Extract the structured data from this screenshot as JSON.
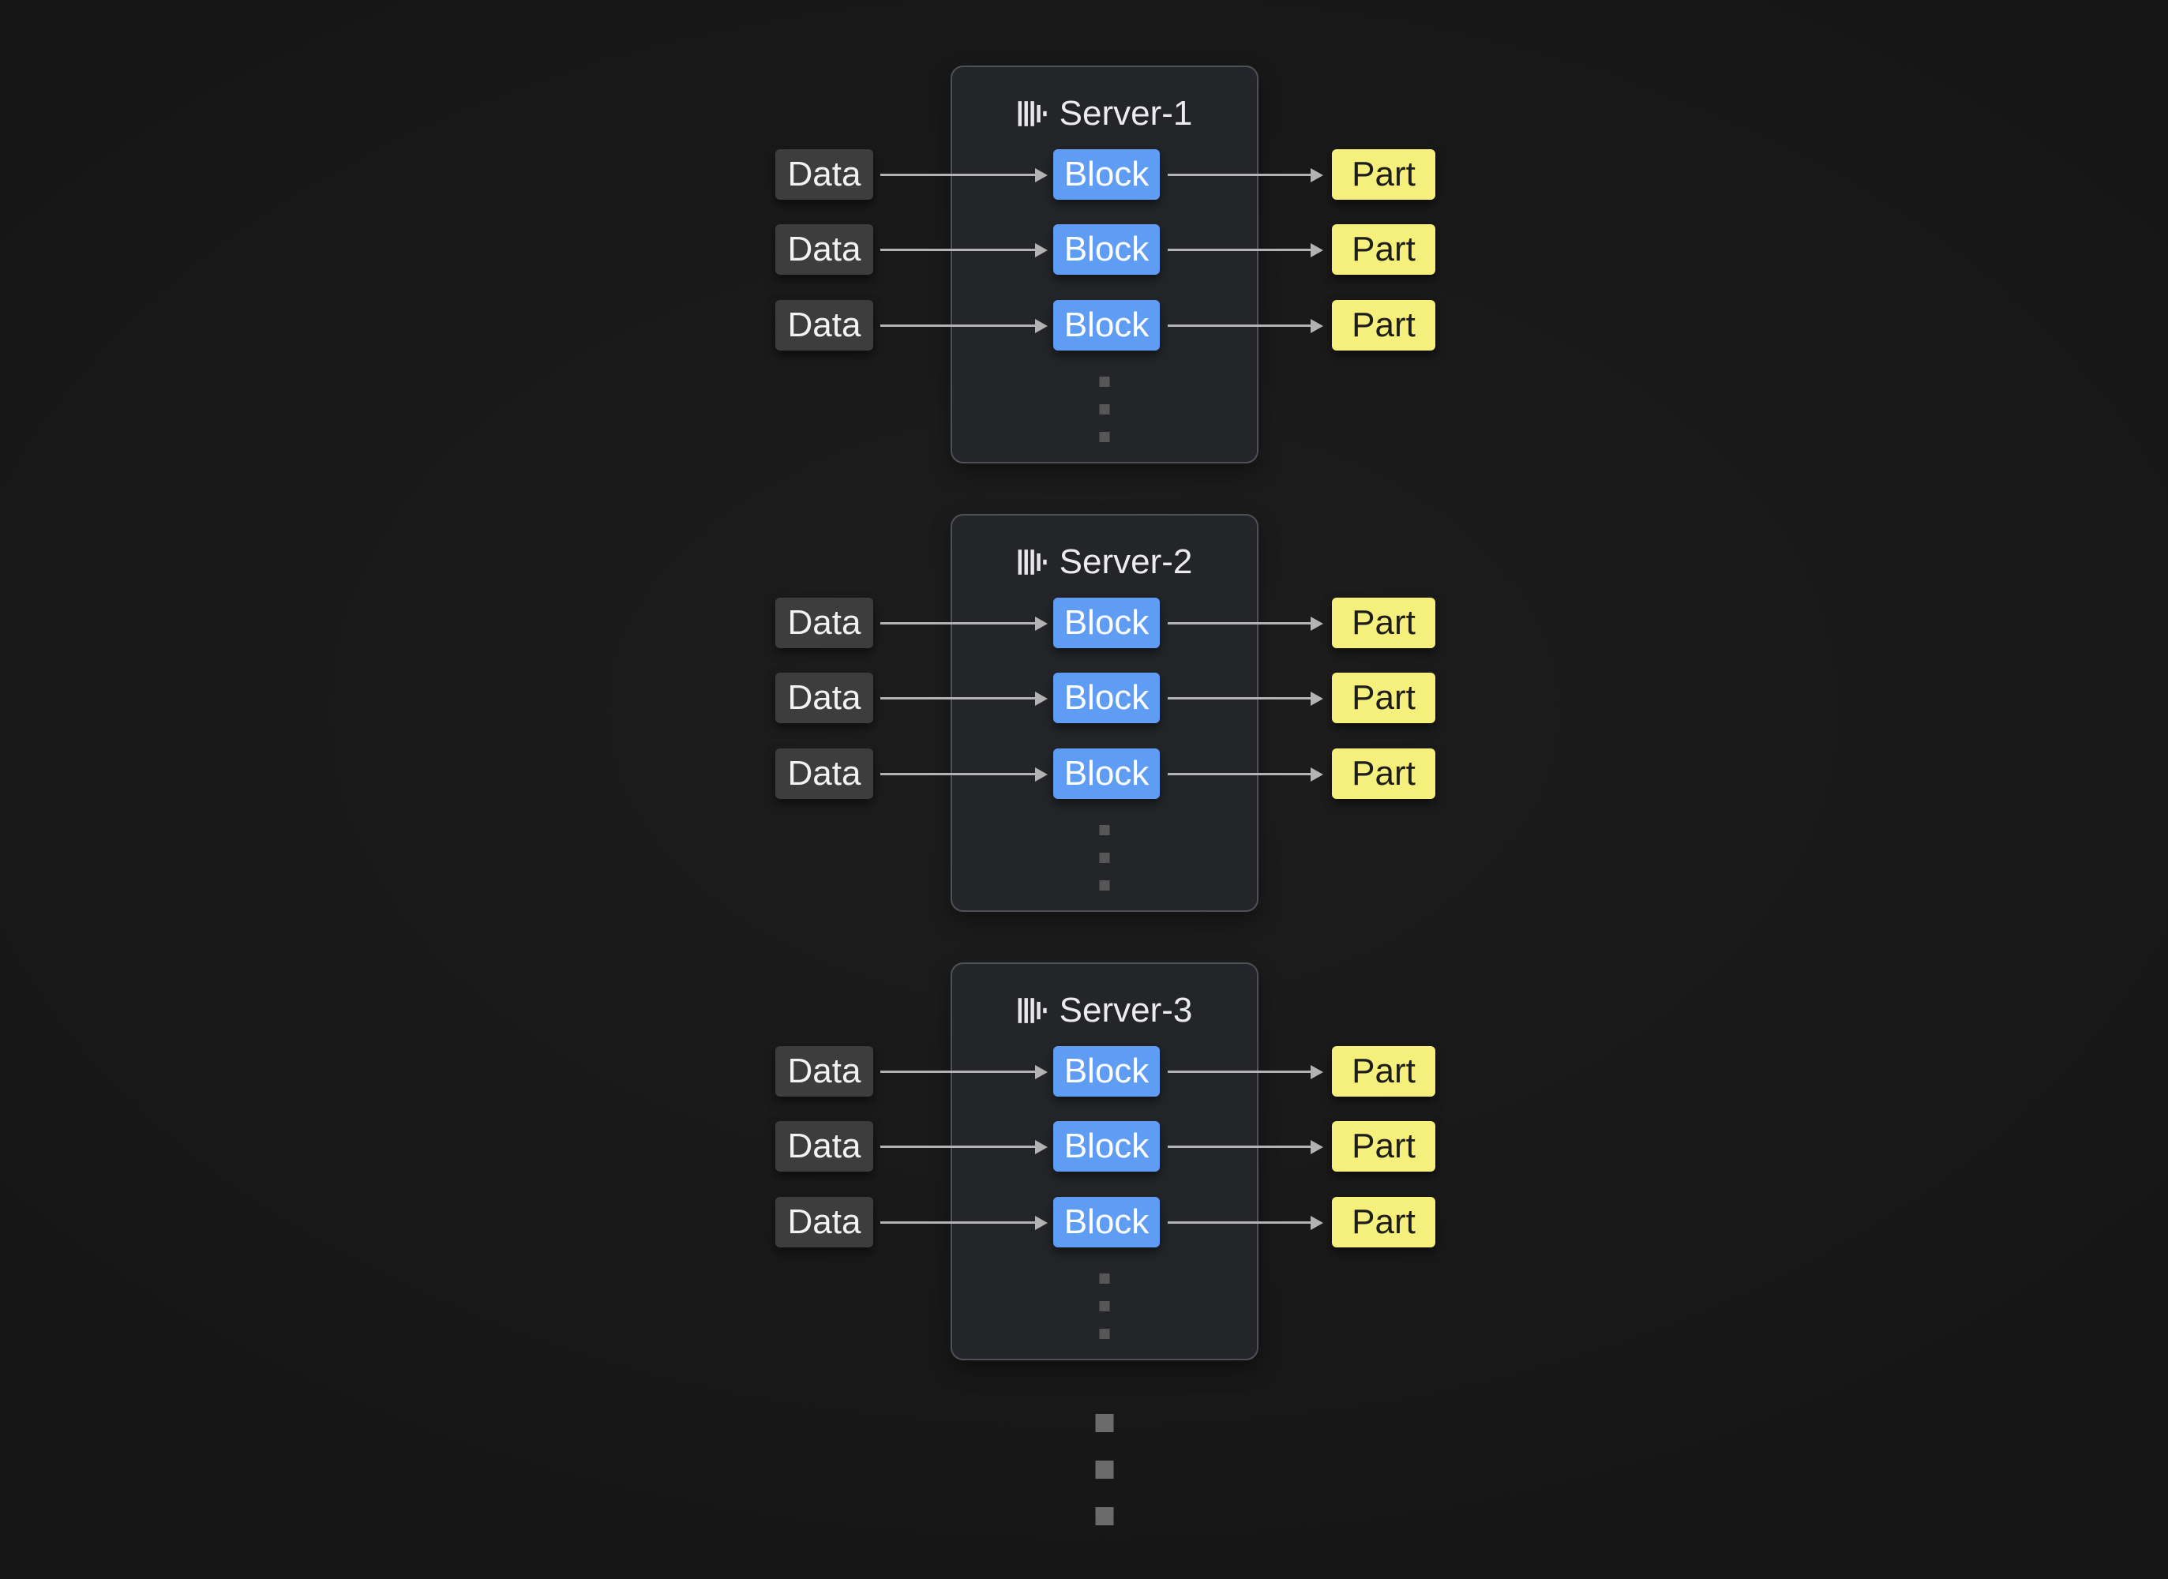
{
  "servers": [
    {
      "title": "Server-1",
      "rows": [
        {
          "data": "Data",
          "block": "Block",
          "part": "Part"
        },
        {
          "data": "Data",
          "block": "Block",
          "part": "Part"
        },
        {
          "data": "Data",
          "block": "Block",
          "part": "Part"
        }
      ]
    },
    {
      "title": "Server-2",
      "rows": [
        {
          "data": "Data",
          "block": "Block",
          "part": "Part"
        },
        {
          "data": "Data",
          "block": "Block",
          "part": "Part"
        },
        {
          "data": "Data",
          "block": "Block",
          "part": "Part"
        }
      ]
    },
    {
      "title": "Server-3",
      "rows": [
        {
          "data": "Data",
          "block": "Block",
          "part": "Part"
        },
        {
          "data": "Data",
          "block": "Block",
          "part": "Part"
        },
        {
          "data": "Data",
          "block": "Block",
          "part": "Part"
        }
      ]
    }
  ],
  "icons": {
    "server_icon": "vertical-bars-server-glyph",
    "more_blocks_ellipsis": "vertical-dotted-ellipsis",
    "more_servers_ellipsis": "vertical-dotted-ellipsis"
  },
  "colors": {
    "background": "#191919",
    "server_box_fill": "#232529",
    "server_box_border": "#4d5156",
    "data_fill": "#3d3d3d",
    "data_text": "#f2f2f2",
    "block_fill": "#5f9df4",
    "block_text": "#ffffff",
    "part_fill": "#f5f07b",
    "part_text": "#1d1d1d",
    "arrow": "#b3b3b3"
  }
}
